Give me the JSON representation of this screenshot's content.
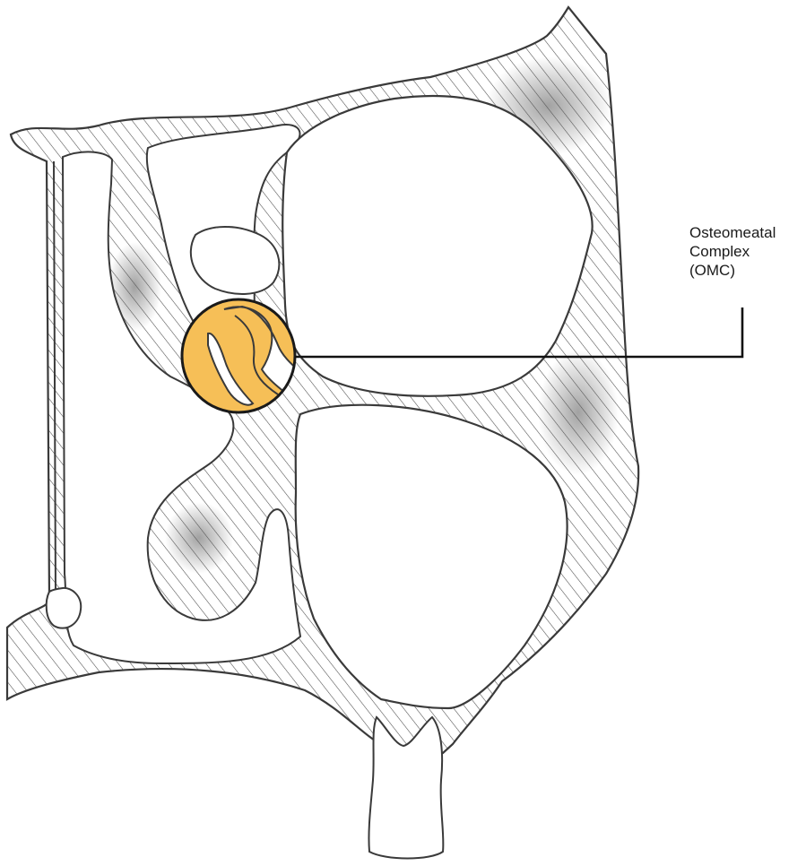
{
  "label": {
    "lines": [
      "Osteomeatal",
      "Complex",
      "(OMC)"
    ]
  },
  "colors": {
    "bone_outline": "#3a3a3a",
    "hatch": "#4a4a4a",
    "omc_fill": "#f6bf57",
    "background": "#ffffff"
  }
}
